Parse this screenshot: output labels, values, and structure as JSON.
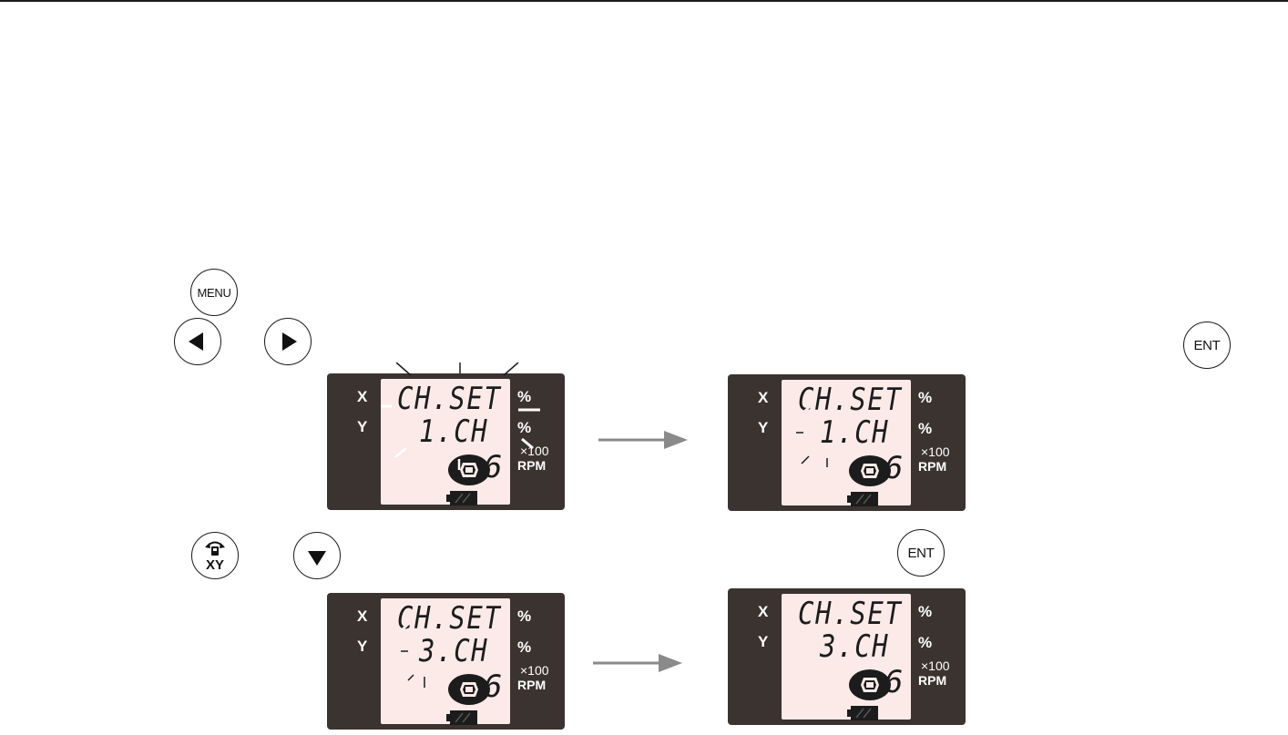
{
  "buttons": {
    "menu": "MENU",
    "ent": "ENT",
    "xy": "XY"
  },
  "icons": {
    "left": "left-arrow-icon",
    "right": "right-arrow-icon",
    "down": "down-arrow-icon",
    "mode_xy": "xy-mode-icon",
    "disc": "disc-icon",
    "battery": "battery-icon",
    "flow_arrow": "arrow-right-icon"
  },
  "colors": {
    "panel": "#3b332f",
    "screen": "#fbeae7",
    "segments": "#1c1c1c",
    "arrow": "#8a8a8a"
  },
  "displays": [
    {
      "line1": "CH.SET",
      "line2": "1.CH",
      "digit": "6",
      "x": "X",
      "y": "Y",
      "pct_x": "%",
      "pct_y": "%",
      "mult": "×100",
      "rpm": "RPM",
      "blinking": true
    },
    {
      "line1": "CH.SET",
      "line2": "1.CH",
      "digit": "6",
      "x": "X",
      "y": "Y",
      "pct_x": "%",
      "pct_y": "%",
      "mult": "×100",
      "rpm": "RPM",
      "blinking": true
    },
    {
      "line1": "CH.SET",
      "line2": "3.CH",
      "digit": "6",
      "x": "X",
      "y": "Y",
      "pct_x": "%",
      "pct_y": "%",
      "mult": "×100",
      "rpm": "RPM",
      "blinking": true
    },
    {
      "line1": "CH.SET",
      "line2": "3.CH",
      "digit": "6",
      "x": "X",
      "y": "Y",
      "pct_x": "%",
      "pct_y": "%",
      "mult": "×100",
      "rpm": "RPM",
      "blinking": false
    }
  ]
}
